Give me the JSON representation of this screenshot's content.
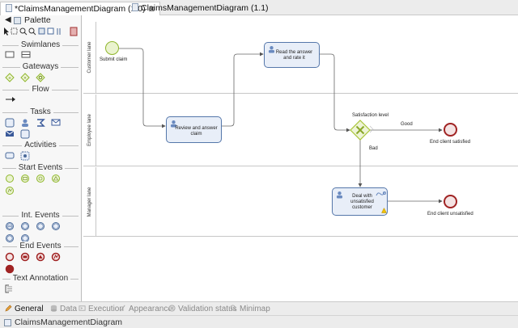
{
  "tabs": [
    {
      "label": "*ClaimsManagementDiagram (1.0)",
      "close": "⊠"
    },
    {
      "label": "ClaimsManagementDiagram (1.1)"
    }
  ],
  "palette": {
    "title": "Palette",
    "sections": {
      "swimlanes": "Swimlanes",
      "gateways": "Gateways",
      "flow": "Flow",
      "tasks": "Tasks",
      "activities": "Activities",
      "start_events": "Start Events",
      "int_events": "Int. Events",
      "end_events": "End Events",
      "text_annotation": "Text Annotation"
    }
  },
  "lanes": [
    "Customer lane",
    "Employee lane",
    "Manager lane"
  ],
  "tasks": {
    "read": "Read the answer and rate it",
    "review": "Review and answer claim",
    "deal": "Deal with unsatisfied customer"
  },
  "events": {
    "submit": "Submit claim",
    "end_satisfied": "End client satisfied",
    "end_unsatisfied": "End client unsatisfied"
  },
  "gateway": {
    "label": "Satisfaction level"
  },
  "flows": {
    "good": "Good",
    "bad": "Bad"
  },
  "bottom_tabs": [
    {
      "label": "General",
      "icon": "pencil-icon"
    },
    {
      "label": "Data",
      "icon": "data-icon"
    },
    {
      "label": "Execution",
      "icon": "execution-icon"
    },
    {
      "label": "Appearance",
      "icon": "appearance-icon"
    },
    {
      "label": "Validation status",
      "icon": "validation-icon"
    },
    {
      "label": "Minimap",
      "icon": "minimap-icon"
    }
  ],
  "status_title": "ClaimsManagementDiagram",
  "colors": {
    "task_fill": "#e8eef8",
    "task_border": "#5577aa",
    "start_event": "#8fb62c",
    "end_event": "#a02323",
    "gateway": "#a8c536"
  }
}
